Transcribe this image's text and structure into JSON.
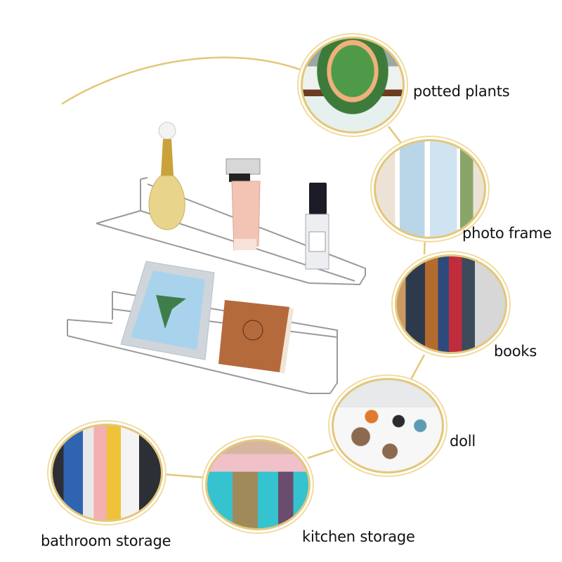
{
  "labels": {
    "potted_plants": "potted plants",
    "photo_frame": "photo frame",
    "books": "books",
    "doll": "doll",
    "kitchen_storage": "kitchen storage",
    "bathroom_storage": "bathroom storage"
  },
  "colors": {
    "connector_gold": "#e3c77a",
    "text": "#111111",
    "shelf_edge": "#9a9a9a"
  },
  "product": {
    "shelves": 2,
    "top_shelf_items": [
      "gold perfume bottle",
      "pink perfume bottle",
      "small spray bottle"
    ],
    "bottom_shelf_items": [
      "picture frame with plant",
      "brown book"
    ]
  }
}
